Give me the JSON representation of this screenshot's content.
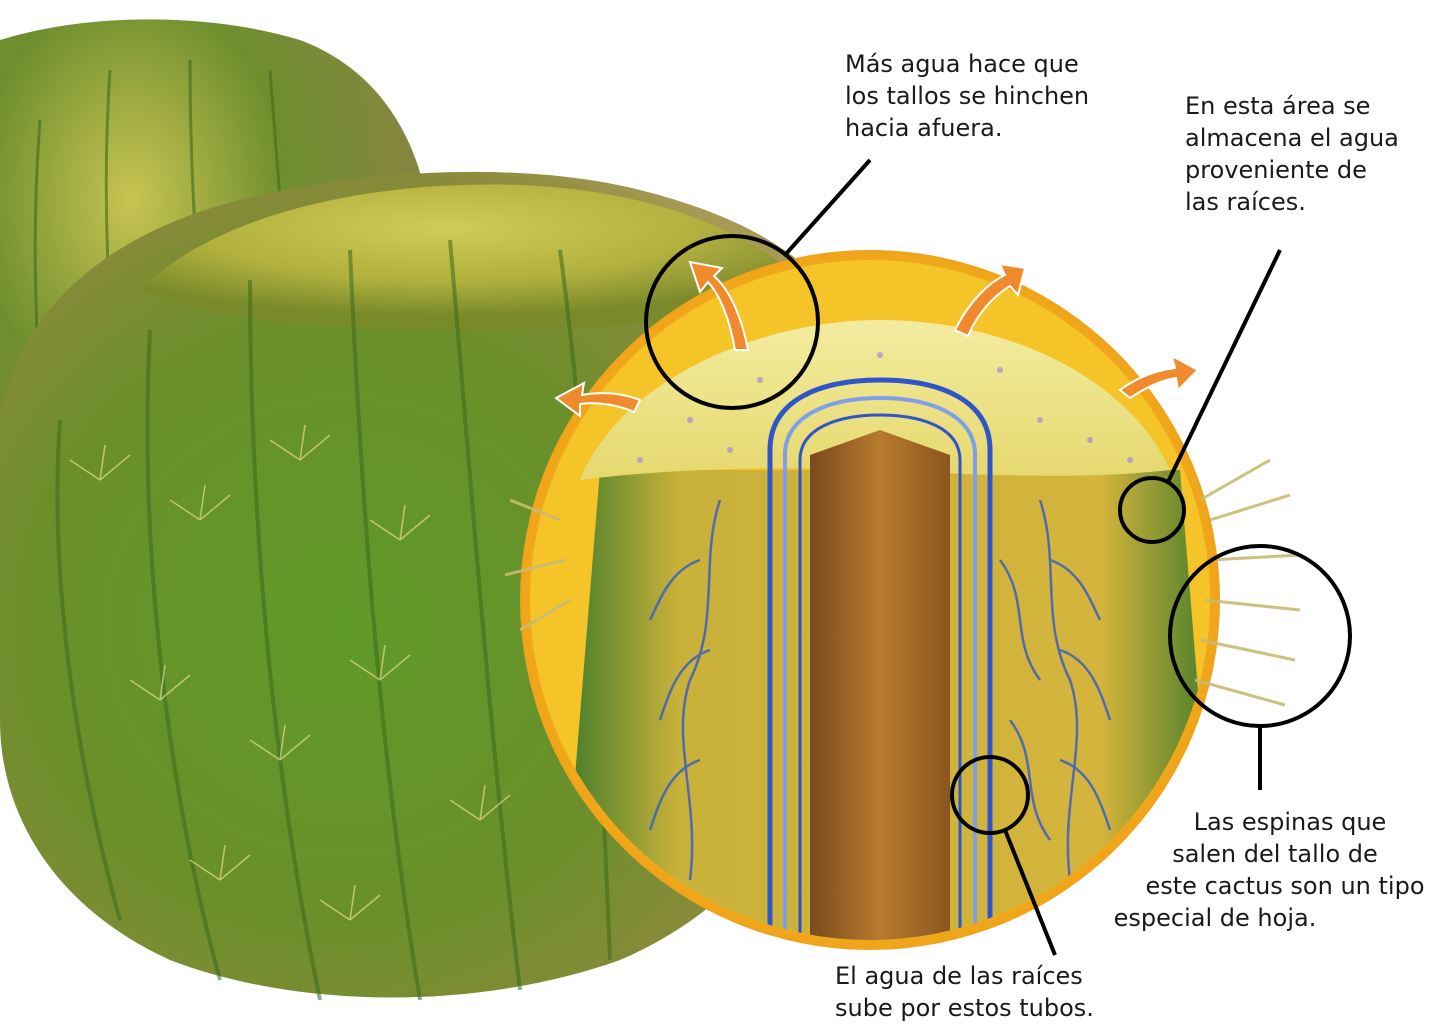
{
  "labels": {
    "swelling": {
      "lines": [
        "Más agua hace que",
        "los tallos se hinchen",
        "hacia afuera."
      ]
    },
    "storage": {
      "lines": [
        "En esta área se",
        "almacena el agua",
        "proveniente de",
        "las raíces."
      ]
    },
    "spines": {
      "lines": [
        "Las espinas que",
        "salen del tallo de",
        "este cactus son un tipo",
        "especial de hoja."
      ]
    },
    "tubes": {
      "lines": [
        "El agua de las raíces",
        "sube por estos tubos."
      ]
    }
  }
}
